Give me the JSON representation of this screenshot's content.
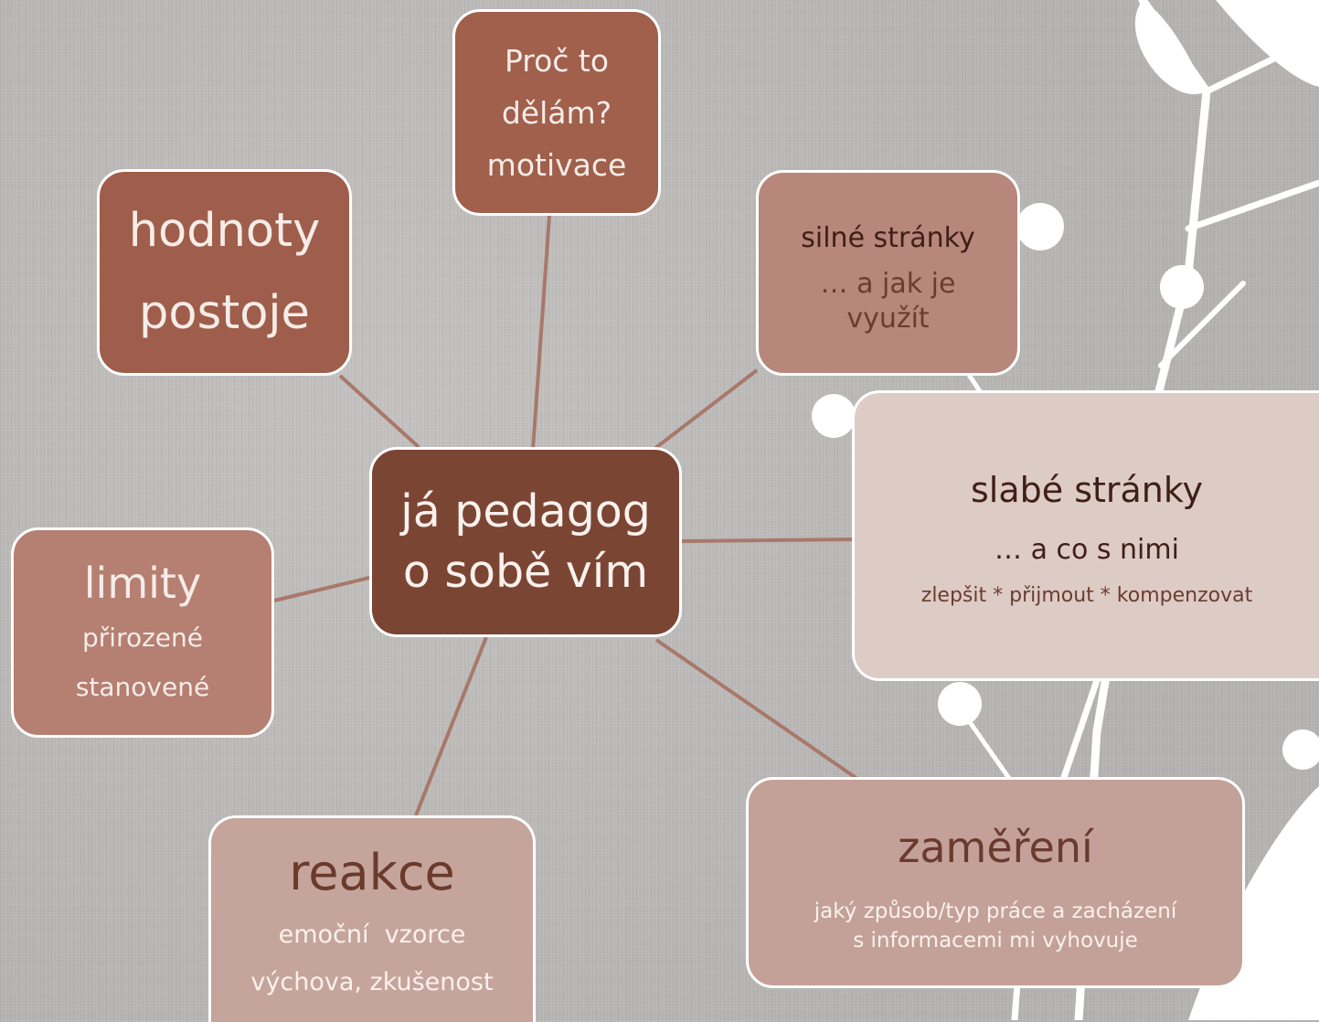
{
  "center": {
    "line1": "já pedagog",
    "line2": "o sobě vím"
  },
  "motivace": {
    "line1": "Proč to",
    "line2": "dělám?",
    "line3": "motivace"
  },
  "hodnoty": {
    "line1": "hodnoty",
    "line2": "postoje"
  },
  "silne": {
    "title": "silné stránky",
    "line1": "… a jak je",
    "line2": "využít"
  },
  "slabe": {
    "title": "slabé stránky",
    "subtitle": "… a co s nimi",
    "detail": "zlepšit * přijmout * kompenzovat"
  },
  "limity": {
    "title": "limity",
    "line1": "přirozené",
    "line2": "stanovené"
  },
  "reakce": {
    "title": "reakce",
    "line1": "emoční  vzorce",
    "line2": "výchova, zkušenost"
  },
  "zamereni": {
    "title": "zaměření",
    "line1": "jaký způsob/typ práce a zacházení",
    "line2": "s informacemi mi vyhovuje"
  },
  "colors": {
    "connector": "#a8786b",
    "center_fill": "#7b4534",
    "dark_node": "#9f5e4b",
    "light_node": "#ddcbc5"
  }
}
